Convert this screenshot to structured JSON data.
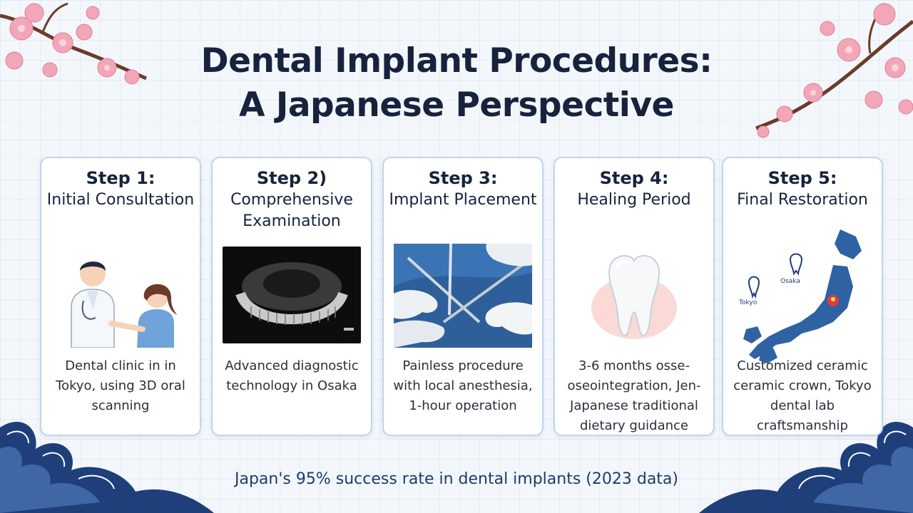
{
  "title_line1": "Dental Implant Procedures:",
  "title_line2": "A Japanese Perspective",
  "steps": [
    {
      "label": "Step 1:",
      "title": "Initial Consultation",
      "art_icon": "doctor-patient-illustration",
      "description": "Dental clinic in in Tokyo, using 3D oral scanning"
    },
    {
      "label": "Step 2)",
      "title": "Comprehensive Examination",
      "art_icon": "panoramic-xray-image",
      "description": "Advanced diagnostic technology in Osaka"
    },
    {
      "label": "Step 3:",
      "title": "Implant Placement",
      "art_icon": "surgery-hands-image",
      "description": "Painless procedure with local anesthesia, 1-hour operation"
    },
    {
      "label": "Step 4:",
      "title": "Healing Period",
      "art_icon": "tooth-icon",
      "description": "3-6 months osse-oseointegration, Jen-Japanese traditional dietary guidance"
    },
    {
      "label": "Step 5:",
      "title": "Final Restoration",
      "art_icon": "japan-map-icon",
      "map_label_tokyo": "Tokyo",
      "map_label_osaka": "Osaka",
      "description": "Customized ceramic ceramic crown, Tokyo dental lab craftsmanship"
    }
  ],
  "footer": "Japan's 95% success rate in dental implants (2023 data)",
  "colors": {
    "title": "#17223d",
    "card_border": "#bfd5ea",
    "wave": "#1f3f7a",
    "blossom": "#f2a7b9",
    "map": "#2f62a3"
  }
}
